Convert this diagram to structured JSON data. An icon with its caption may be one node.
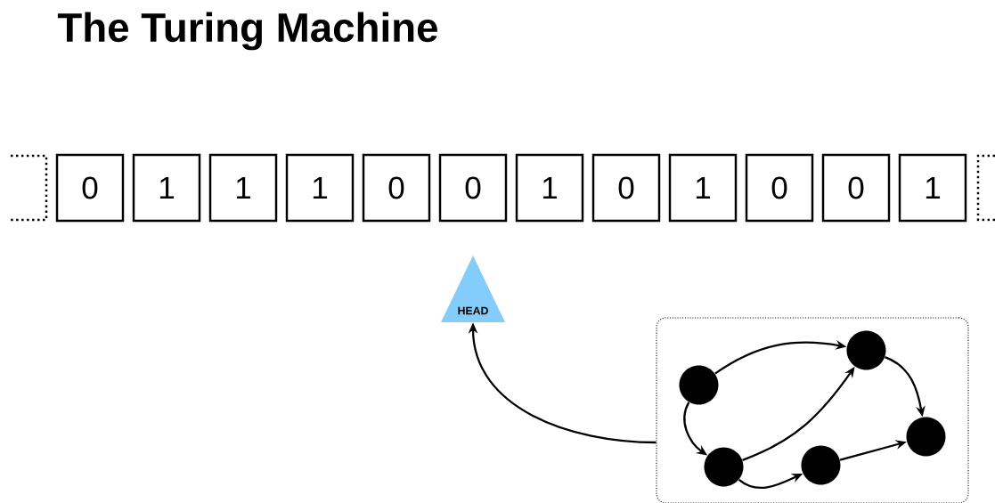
{
  "diagram": {
    "title": "The Turing Machine",
    "nodes": [
      {
        "text": [],
        "shape": "box"
      },
      {
        "text": [
          "0"
        ]
      },
      {
        "text": [
          "1"
        ]
      },
      {
        "text": [
          "1"
        ]
      },
      {
        "text": [
          "1"
        ]
      },
      {
        "text": [
          "0"
        ]
      },
      {
        "text": [
          "0"
        ]
      },
      {
        "text": [
          "1"
        ]
      },
      {
        "text": [
          "0"
        ]
      },
      {
        "text": [
          "1"
        ]
      },
      {
        "text": [
          "0"
        ]
      },
      {
        "text": [
          "0"
        ]
      },
      {
        "text": [
          "1"
        ]
      },
      {
        "text": [],
        "shape": "box"
      },
      {
        "text": [
          "HEAD"
        ]
      },
      {
        "text": [],
        "shape": "box"
      },
      {
        "text": [],
        "shape": "circle",
        "in": 15
      },
      {
        "text": [],
        "shape": "circle",
        "in": 15
      },
      {
        "text": [],
        "shape": "circle",
        "in": 15
      },
      {
        "text": [],
        "shape": "circle",
        "in": 15
      },
      {
        "text": [],
        "shape": "circle",
        "in": 15
      }
    ],
    "edges": [
      {
        "from": 15,
        "to": 14,
        "arrow": "to"
      },
      {
        "from": 16,
        "to": 19,
        "arrow": "to"
      },
      {
        "from": 16,
        "to": 17,
        "arrow": "to"
      },
      {
        "from": 17,
        "to": 19,
        "arrow": "to"
      },
      {
        "from": 19,
        "to": 20,
        "arrow": "to"
      },
      {
        "from": 17,
        "to": 18,
        "arrow": "to"
      },
      {
        "from": 18,
        "to": 20,
        "arrow": "to"
      }
    ]
  }
}
